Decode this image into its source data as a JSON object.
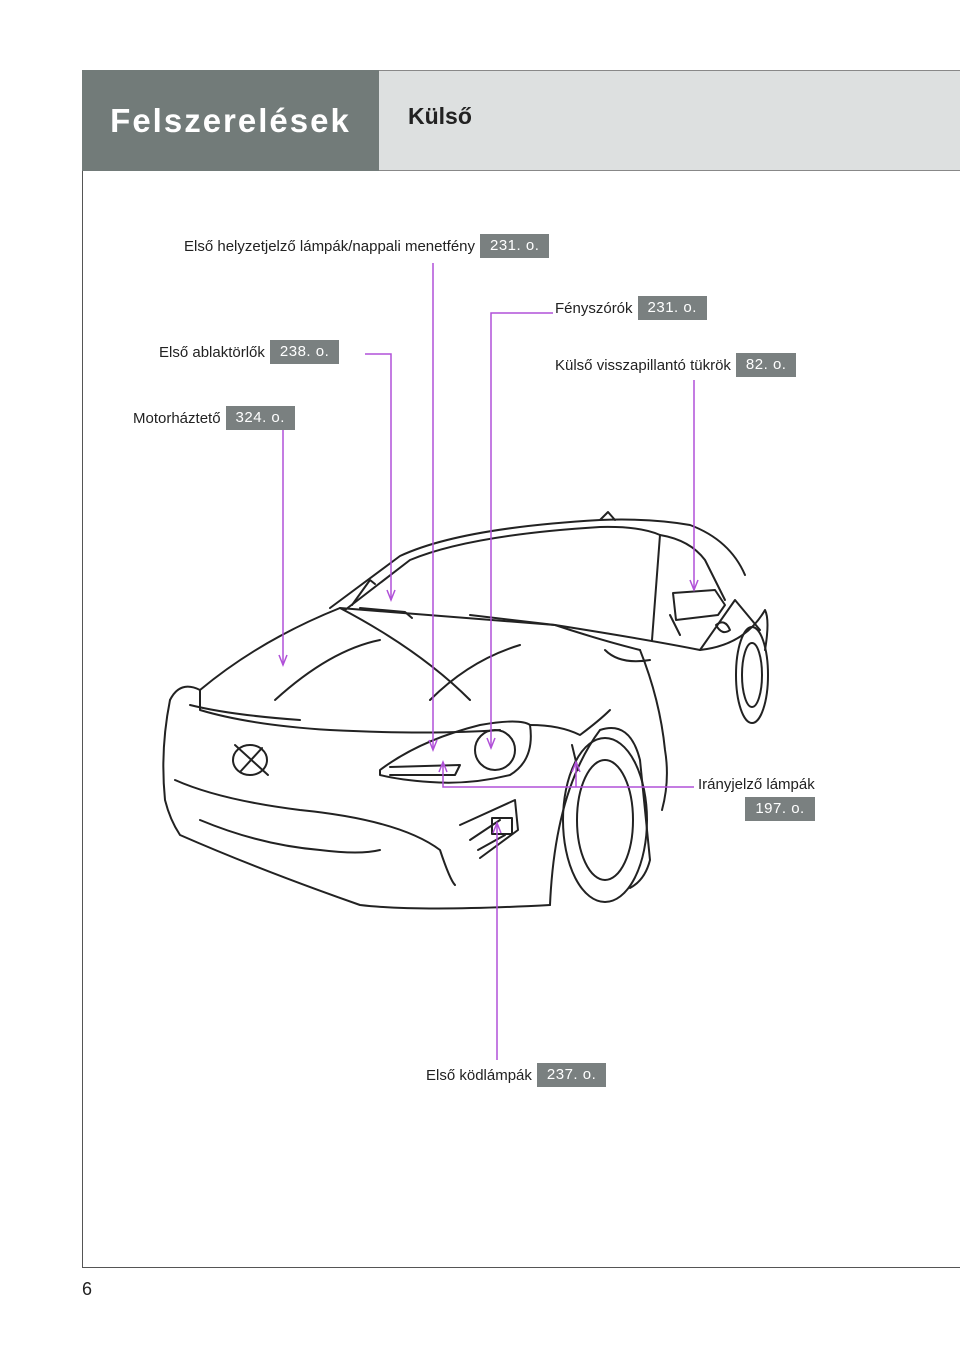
{
  "header": {
    "section": "Felszerelések",
    "subsection": "Külső"
  },
  "callouts": {
    "drl": {
      "label": "Első helyzetjelző lámpák/nappali menetfény",
      "page": "231. o."
    },
    "headlights": {
      "label": "Fényszórók",
      "page": "231. o."
    },
    "wipers": {
      "label": "Első ablaktörlők",
      "page": "238. o."
    },
    "mirrors": {
      "label": "Külső visszapillantó tükrök",
      "page": "82. o."
    },
    "hood": {
      "label": "Motorháztető",
      "page": "324. o."
    },
    "turn_signals": {
      "label": "Irányjelző lámpák",
      "page": "197. o."
    },
    "fog_lights": {
      "label": "Első ködlámpák",
      "page": "237. o."
    }
  },
  "page_number": "6",
  "colors": {
    "header_dark": "#727b79",
    "header_light": "#dde0e0",
    "page_box": "#7a8080",
    "leader_line": "#b050d8"
  }
}
